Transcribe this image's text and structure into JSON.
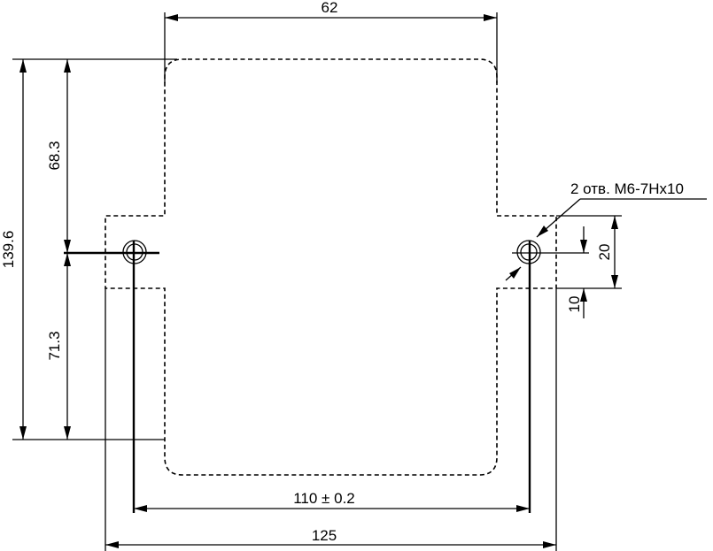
{
  "drawing": {
    "outline_style": "dashed",
    "dimensions": {
      "top_width": "62",
      "total_height": "139.6",
      "upper_height": "68.3",
      "lower_height": "71.3",
      "hole_spacing": "110 ± 0.2",
      "total_width": "125",
      "flange_height": "20",
      "hole_offset": "10"
    },
    "hole_callout": "2 отв. М6-7Нх10"
  }
}
